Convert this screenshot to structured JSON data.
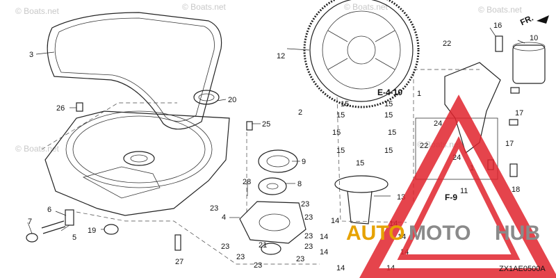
{
  "watermark": "© Boats.net",
  "diagram_code": "ZX1AE0500A",
  "front_marker": "FR.",
  "refs": {
    "e410": "E-4-10",
    "f9": "F-9"
  },
  "brand": {
    "part1": "AUTO",
    "part2": "MOTO",
    "part3": "HUB"
  },
  "labels": {
    "l1": "1",
    "l2": "2",
    "l3": "3",
    "l4": "4",
    "l5": "5",
    "l6": "6",
    "l7": "7",
    "l8": "8",
    "l9": "9",
    "l10": "10",
    "l11": "11",
    "l12": "12",
    "l13": "13",
    "l16": "16",
    "l17a": "17",
    "l17b": "17",
    "l18": "18",
    "l19": "19",
    "l20": "20",
    "l21": "21",
    "l22a": "22",
    "l22b": "22",
    "l23": "23",
    "l24": "24",
    "l25": "25",
    "l26": "26",
    "l27": "27",
    "l28": "28",
    "l14": "14",
    "l15": "15",
    "l1b": "1",
    "l24b": "24"
  }
}
